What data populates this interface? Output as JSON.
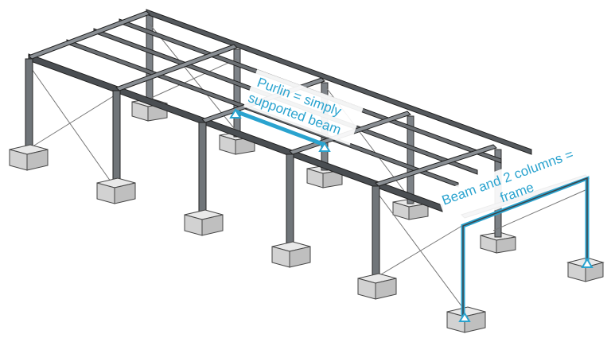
{
  "labels": {
    "purlin_line1": "Purlin = simply",
    "purlin_line2": "supported beam",
    "frame_line1": "Beam and 2 columns =",
    "frame_line2": "frame"
  },
  "colors": {
    "steel_dark": "#3f4347",
    "steel_mid": "#7d8287",
    "steel_light": "#c9ccd0",
    "highlight": "#2aa3cf",
    "label_text": "#2aa3cf",
    "footing_top": "#e9e9e9",
    "footing_side": "#cfcfcf",
    "background": "#ffffff"
  },
  "icons": {
    "support_symbol": "triangle-pin-support-icon"
  }
}
